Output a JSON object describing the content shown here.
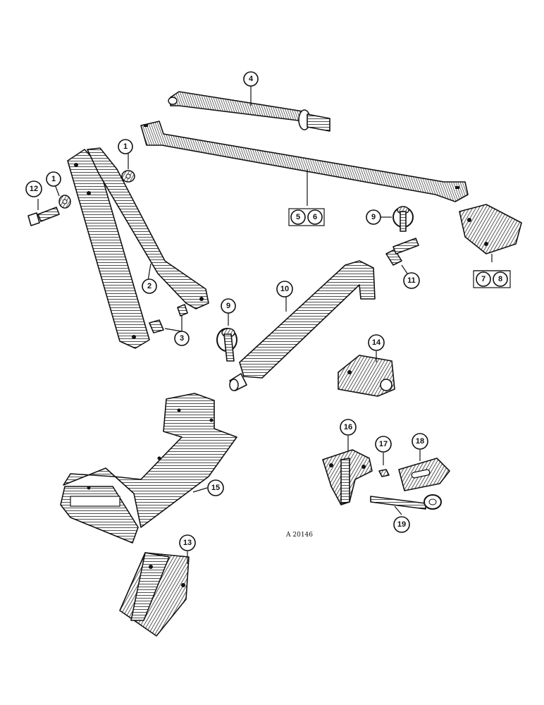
{
  "figure_ref": "A 20146",
  "callouts": {
    "c1a": "1",
    "c1b": "1",
    "c2": "2",
    "c3": "3",
    "c4": "4",
    "c5": "5",
    "c6": "6",
    "c7": "7",
    "c8": "8",
    "c9a": "9",
    "c9b": "9",
    "c10": "10",
    "c11": "11",
    "c12": "12",
    "c13": "13",
    "c14": "14",
    "c15": "15",
    "c16": "16",
    "c17": "17",
    "c18": "18",
    "c19": "19"
  }
}
